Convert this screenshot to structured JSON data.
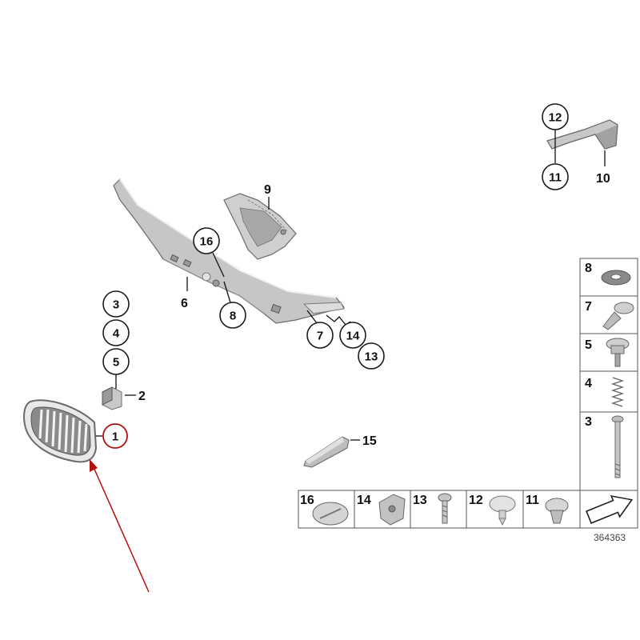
{
  "diagram": {
    "reference_number": "364363",
    "accent_color": "#b01010",
    "callouts": {
      "c1": "1",
      "c3": "3",
      "c4": "4",
      "c5": "5",
      "c7": "7",
      "c8": "8",
      "c9_label": "9",
      "c10_label": "10",
      "c11": "11",
      "c12": "12",
      "c13": "13",
      "c14": "14",
      "c16": "16",
      "c2_label": "2",
      "c6_label": "6",
      "c15_label": "15"
    },
    "legend_right": [
      "8",
      "7",
      "5",
      "4",
      "3"
    ],
    "legend_bottom": [
      "16",
      "14",
      "13",
      "12",
      "11"
    ]
  }
}
